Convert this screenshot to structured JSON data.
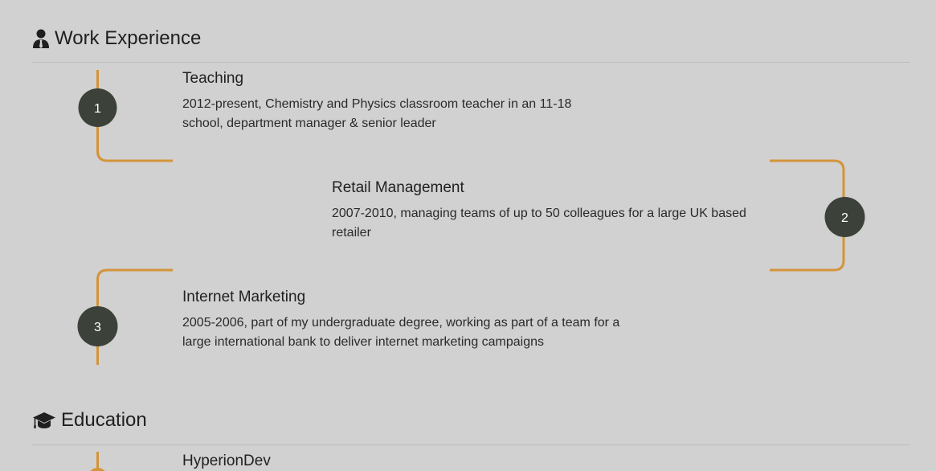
{
  "work": {
    "heading": "Work Experience",
    "icon": "user-tie-icon",
    "items": [
      {
        "number": "1",
        "title": "Teaching",
        "description": "2012-present, Chemistry and Physics classroom teacher in an 11-18 school, department manager & senior leader"
      },
      {
        "number": "2",
        "title": "Retail Management",
        "description": "2007-2010, managing teams of up to 50 colleagues for a large UK based retailer"
      },
      {
        "number": "3",
        "title": "Internet Marketing",
        "description": "2005-2006, part of my undergraduate degree, working as part of a team for a large international bank to deliver internet marketing campaigns"
      }
    ]
  },
  "education": {
    "heading": "Education",
    "icon": "graduation-cap-icon",
    "items": [
      {
        "title": "HyperionDev"
      }
    ]
  },
  "colors": {
    "background": "#d1d1d1",
    "line": "#d4943a",
    "node": "#3c4239"
  }
}
